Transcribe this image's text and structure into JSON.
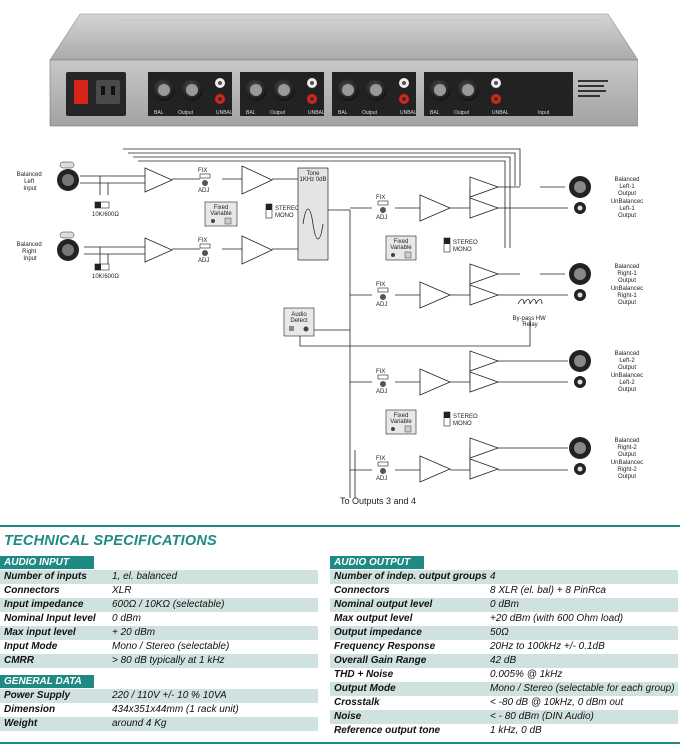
{
  "rack": {
    "connector_labels": [
      "BAL",
      "Output",
      "UNBAL",
      "BAL",
      "Output",
      "UNBAL",
      "BAL",
      "Output",
      "UNBAL",
      "BAL",
      "Output",
      "UNBAL",
      "Input"
    ]
  },
  "schematic": {
    "left_input": [
      "Balanced",
      "Left",
      "Input"
    ],
    "right_input": [
      "Balanced",
      "Right",
      "Input"
    ],
    "switch_label": "10K/600Ω",
    "fix": "FIX",
    "adj": "ADJ",
    "fixed_variable": [
      "Fixed",
      "Variable"
    ],
    "stereo": "STEREO",
    "mono": "MONO",
    "tone": [
      "Tone",
      "1KHz 0dB"
    ],
    "audio_detect": [
      "Audio",
      "Detect"
    ],
    "relay": [
      "By-pass HW",
      "Relay"
    ],
    "to_outputs": "To Outputs 3 and 4",
    "outputs": [
      {
        "bal": [
          "Balanced",
          "Left-1",
          "Output"
        ],
        "unbal": [
          "UnBalancec",
          "Left-1",
          "Output"
        ]
      },
      {
        "bal": [
          "Balanced",
          "Right-1",
          "Output"
        ],
        "unbal": [
          "UnBalancec",
          "Right-1",
          "Output"
        ]
      },
      {
        "bal": [
          "Balanced",
          "Left-2",
          "Output"
        ],
        "unbal": [
          "UnBalancec",
          "Left-2",
          "Output"
        ]
      },
      {
        "bal": [
          "Balanced",
          "Right-2",
          "Output"
        ],
        "unbal": [
          "UnBalancec",
          "Right-2",
          "Output"
        ]
      }
    ]
  },
  "specs": {
    "title": "TECHNICAL SPECIFICATIONS",
    "audio_input": {
      "header": "AUDIO INPUT",
      "rows": [
        {
          "label": "Number of inputs",
          "value": "1, el. balanced"
        },
        {
          "label": "Connectors",
          "value": "XLR"
        },
        {
          "label": "Input impedance",
          "value": "600Ω  / 10KΩ   (selectable)"
        },
        {
          "label": "Nominal Input level",
          "value": "0 dBm"
        },
        {
          "label": "Max input level",
          "value": "+ 20 dBm"
        },
        {
          "label": "Input Mode",
          "value": "Mono / Stereo (selectable)"
        },
        {
          "label": "CMRR",
          "value": "> 80 dB typically at 1 kHz"
        }
      ]
    },
    "general_data": {
      "header": "GENERAL DATA",
      "rows": [
        {
          "label": "Power Supply",
          "value": "220 / 110V  +/- 10 %    10VA"
        },
        {
          "label": "Dimension",
          "value": "434x351x44mm (1 rack unit)"
        },
        {
          "label": "Weight",
          "value": "around 4 Kg"
        }
      ]
    },
    "audio_output": {
      "header": "AUDIO OUTPUT",
      "rows": [
        {
          "label": "Number of indep. output groups",
          "value": "4"
        },
        {
          "label": "Connectors",
          "value": "8 XLR (el. bal) + 8 PinRca"
        },
        {
          "label": "Nominal output level",
          "value": "0 dBm"
        },
        {
          "label": "Max output level",
          "value": "+20 dBm (with 600 Ohm load)"
        },
        {
          "label": "Output impedance",
          "value": "50Ω"
        },
        {
          "label": "Frequency Response",
          "value": "20Hz to 100kHz +/- 0.1dB"
        },
        {
          "label": "Overall Gain Range",
          "value": "42 dB"
        },
        {
          "label": "THD + Noise",
          "value": "0.005% @ 1kHz"
        },
        {
          "label": "Output Mode",
          "value": "Mono / Stereo (selectable for each group)"
        },
        {
          "label": "Crosstalk",
          "value": "< -80 dB @ 10kHz, 0 dBm out"
        },
        {
          "label": "Noise",
          "value": "< - 80 dBm (DIN Audio)"
        },
        {
          "label": "Reference output tone",
          "value": "1 kHz, 0 dB"
        }
      ]
    }
  }
}
